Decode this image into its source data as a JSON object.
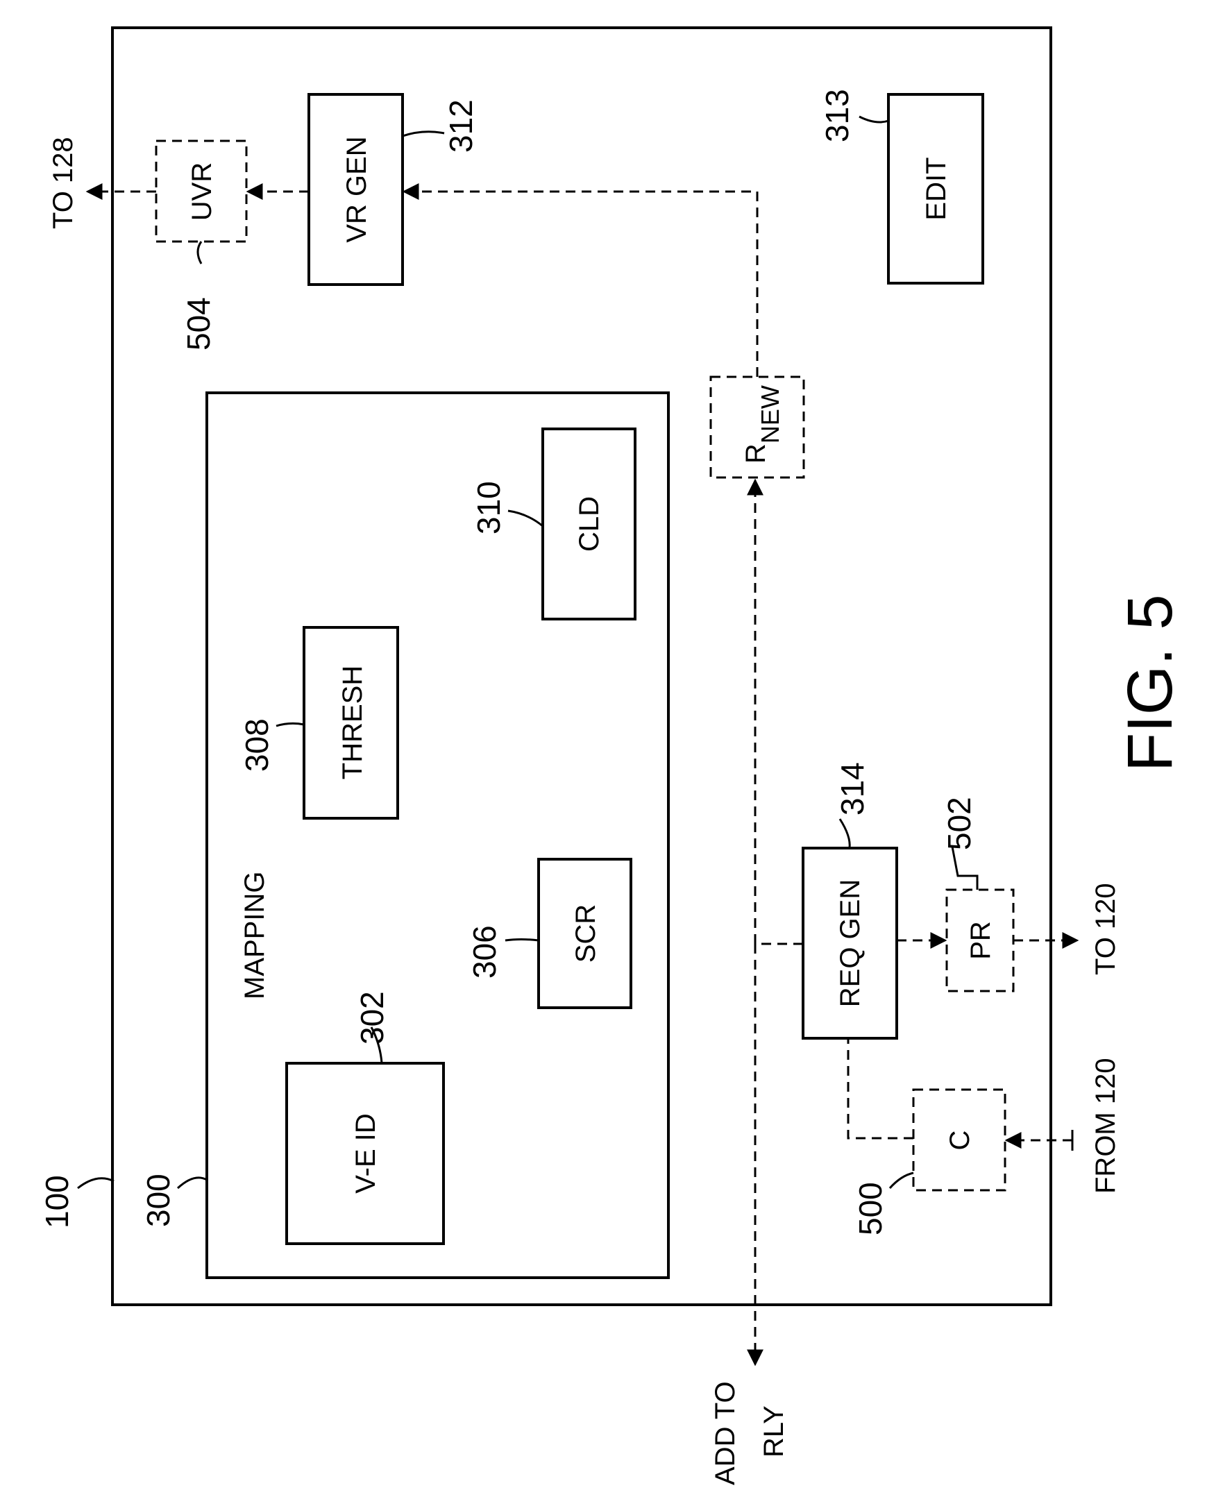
{
  "figure": {
    "title": "FIG. 5"
  },
  "refs": {
    "system": "100",
    "mapping": "300",
    "ve_id": "302",
    "scr": "306",
    "thresh": "308",
    "cld": "310",
    "vr_gen": "312",
    "edit": "313",
    "req_gen": "314",
    "c": "500",
    "pr": "502",
    "uvr": "504"
  },
  "blocks": {
    "mapping": "MAPPING",
    "ve_id": "V-E ID",
    "scr": "SCR",
    "thresh": "THRESH",
    "cld": "CLD",
    "vr_gen": "VR GEN",
    "edit": "EDIT",
    "req_gen": "REQ GEN",
    "uvr": "UVR",
    "pr": "PR",
    "c": "C",
    "rnew_main": "R",
    "rnew_sub": "NEW"
  },
  "io": {
    "to_128": "TO 128",
    "to_120": "TO 120",
    "from_120": "FROM 120",
    "add_to_line1": "ADD TO",
    "add_to_line2": "RLY"
  }
}
